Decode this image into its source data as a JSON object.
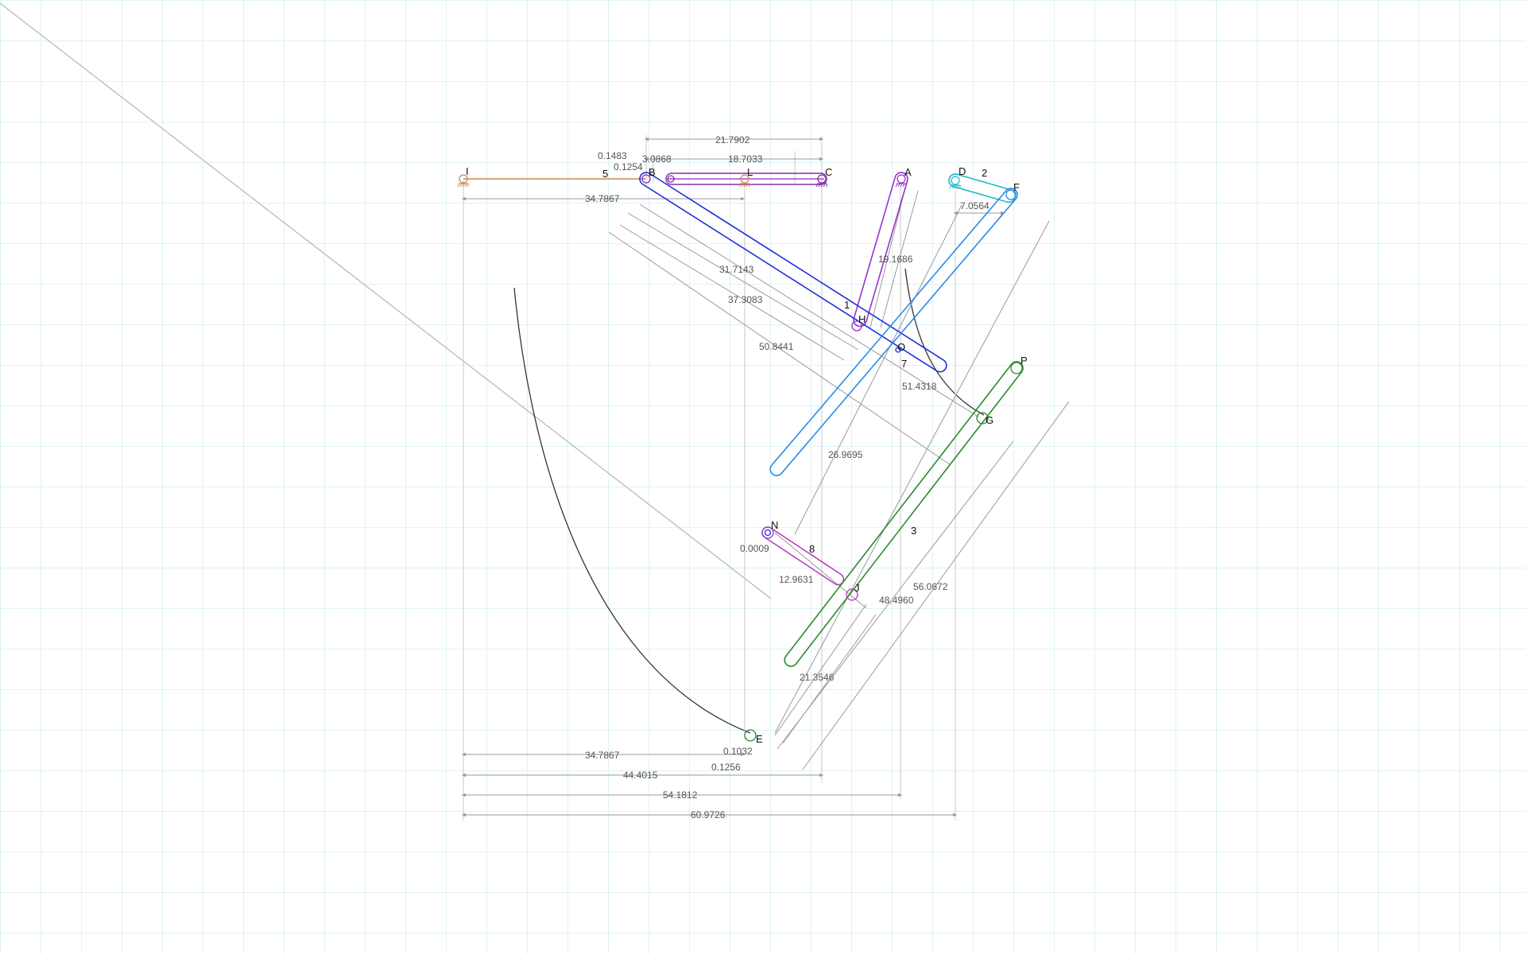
{
  "colors": {
    "grid": "#bfe6ec",
    "dimension": "#9a9a9a",
    "link_ground": "#c98a55",
    "link_1": "#9933cc",
    "link_2": "#22b8c9",
    "link_3": "#2a8a2a",
    "link_blue": "#1f2fd6",
    "link_light_blue": "#2a8ae6",
    "link_8": "#c030c0",
    "link_purple_top": "#8a2ab0",
    "path_curve": "#333333"
  },
  "points": {
    "I": "I",
    "B": "B",
    "L": "L",
    "C": "C",
    "A": "A",
    "D": "D",
    "F": "F",
    "H": "H",
    "O": "O",
    "G": "G",
    "P": "P",
    "N": "N",
    "J": "J",
    "E": "E"
  },
  "link_labels": {
    "l5": "5",
    "l2": "2",
    "l1": "1",
    "l7": "7",
    "l8": "8",
    "l3": "3"
  },
  "dimensions": {
    "d_21_7902": "21.7902",
    "d_0_1483": "0.1483",
    "d_3_0868": "3.0868",
    "d_18_7033": "18.7033",
    "d_0_1254": "0.1254",
    "d_34_7867_top": "34.7867",
    "d_7_0564": "7.0564",
    "d_19_1686": "19.1686",
    "d_31_7143": "31.7143",
    "d_37_3083": "37.3083",
    "d_50_8441": "50.8441",
    "d_51_4318": "51.4318",
    "d_26_9695": "26.9695",
    "d_0_0009": "0.0009",
    "d_12_9631": "12.9631",
    "d_48_4960": "48.4960",
    "d_56_0672": "56.0672",
    "d_21_3546": "21.3546",
    "d_0_1032": "0.1032",
    "d_34_7867_bottom": "34.7867",
    "d_0_1256": "0.1256",
    "d_44_4015": "44.4015",
    "d_54_1812": "54.1812",
    "d_60_9726": "60.9726"
  }
}
